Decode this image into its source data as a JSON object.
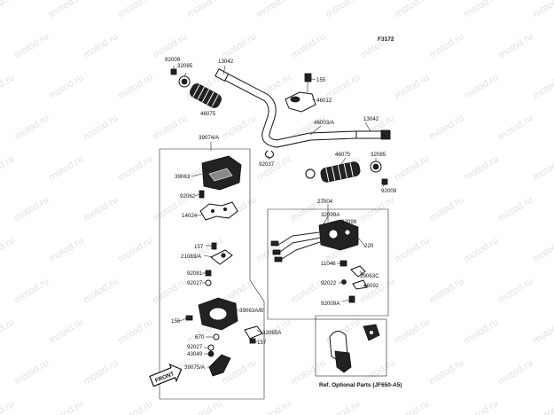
{
  "figure_code": "F3172",
  "watermark": "motod.ru",
  "labels": {
    "p92009a": "92009",
    "p32085a": "32085",
    "p13042a": "13042",
    "p155": "155",
    "p46012": "46012",
    "p46075a": "46075",
    "p46003": "46003/A",
    "p13042b": "13042",
    "p39074": "39074/A",
    "p92037": "92037",
    "p46075b": "46075",
    "p32085b": "32085",
    "p92009b": "92009",
    "p39063": "39063",
    "p92062": "92062",
    "p14024": "14024",
    "p27004": "27004",
    "p32099a": "32099A",
    "p32099": "32099",
    "p220": "220",
    "p157a": "157",
    "p21083": "21083/A",
    "p11046": "11046",
    "p39063c": "39063C",
    "p92081": "92081",
    "p92027a": "92027",
    "p92022": "92022",
    "p46092": "46092",
    "p92009c": "92009A",
    "p39063ab": "39063A/B",
    "p156": "156",
    "p32085c": "32085A",
    "p670": "670",
    "p157b": "157",
    "p92027b": "92027",
    "p43049": "43049",
    "p39075": "39075/A",
    "front": "FRONT",
    "ref_optional": "Ref. Optional Parts (JF650-A5)"
  }
}
